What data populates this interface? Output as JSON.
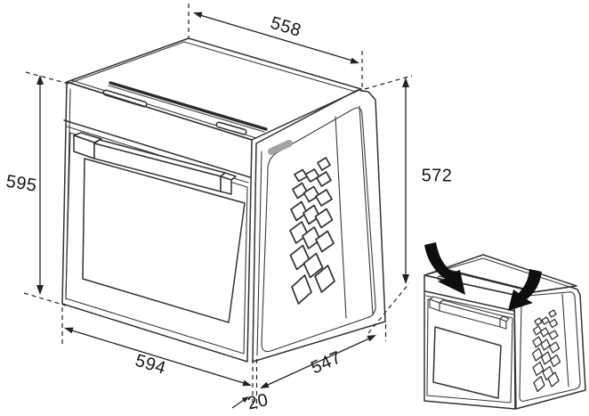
{
  "figure": {
    "kind": "technical line drawing",
    "subject": "built-in oven dimension diagram with small handling illustration"
  },
  "colors": {
    "background": "#ffffff",
    "line": "#333333",
    "dimension": "#222222",
    "vent_gray": "#a3a3a3",
    "arrow_black": "#0e0e0e"
  },
  "dimensions": {
    "top_width": "558",
    "front_height": "595",
    "side_height": "572",
    "front_width": "594",
    "depth": "547",
    "front_frame_offset": "20"
  }
}
